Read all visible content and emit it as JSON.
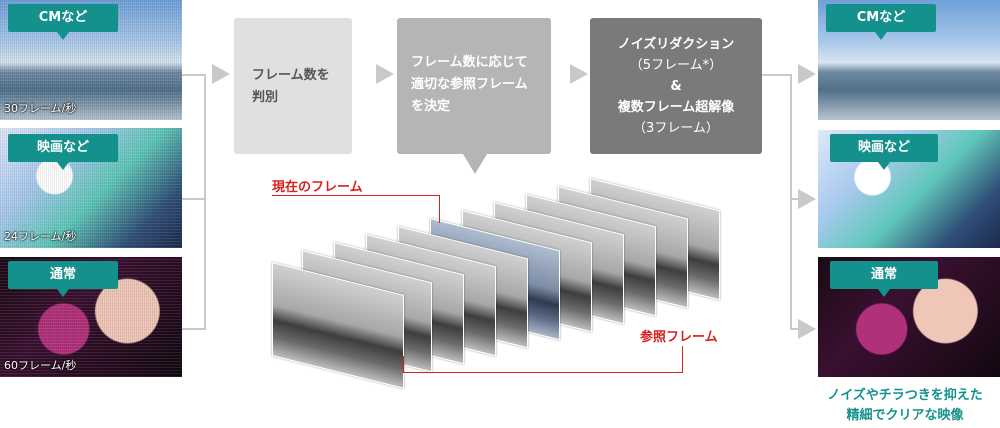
{
  "inputs": [
    {
      "tag": "CMなど",
      "fps": "30フレーム/秒"
    },
    {
      "tag": "映画など",
      "fps": "24フレーム/秒"
    },
    {
      "tag": "通常",
      "fps": "60フレーム/秒"
    }
  ],
  "steps": {
    "detect": {
      "line1": "フレーム数を",
      "line2": "判別"
    },
    "select": {
      "line1": "フレーム数に応じて",
      "line2": "適切な参照フレーム",
      "line3": "を決定"
    },
    "process": {
      "line1": "ノイズリダクション",
      "line2": "（5フレーム*）",
      "line3": "&",
      "line4": "複数フレーム超解像",
      "line5": "（3フレーム）"
    }
  },
  "frames_diagram": {
    "current_label": "現在のフレーム",
    "reference_label": "参照フレーム"
  },
  "outputs": [
    {
      "tag": "CMなど"
    },
    {
      "tag": "映画など"
    },
    {
      "tag": "通常"
    }
  ],
  "result": {
    "line1": "ノイズやチラつきを抑えた",
    "line2": "精細でクリアな映像"
  },
  "colors": {
    "teal": "#14918c",
    "box_light": "#e0e0e0",
    "box_mid": "#b5b5b5",
    "box_dark": "#7a7a7a",
    "red": "#d4231f",
    "arrow": "#c9c9c9"
  }
}
